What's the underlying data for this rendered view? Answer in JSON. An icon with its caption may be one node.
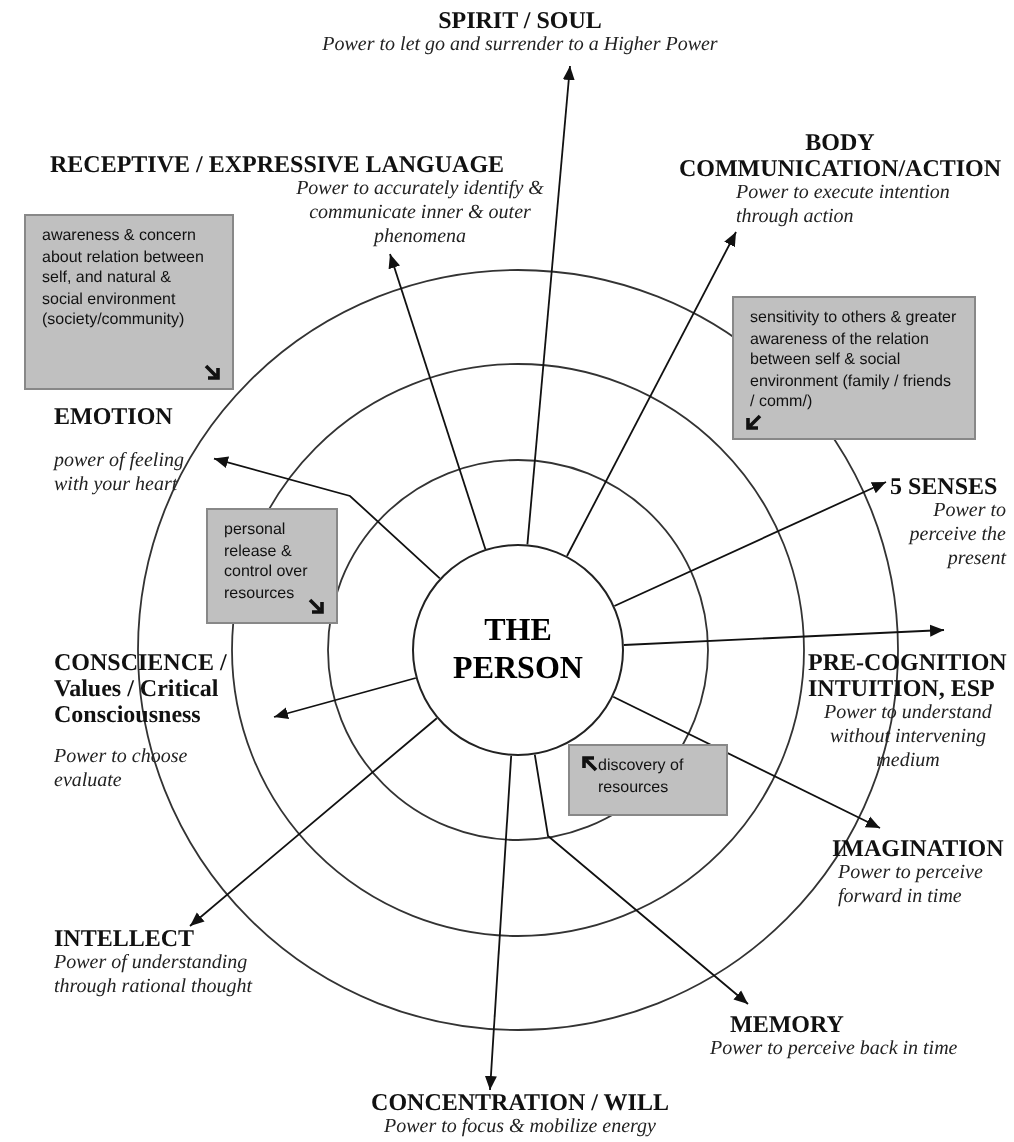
{
  "diagram": {
    "nodes": [
      {
        "text": [
          "SPIRIT / SOUL",
          "Power to let go and surrender to a Higher Power"
        ]
      },
      {
        "text": [
          "RECEPTIVE / EXPRESSIVE LANGUAGE",
          "Power to accurately identify & communicate inner & outer phenomena"
        ]
      },
      {
        "text": [
          "BODY COMMUNICATION/ACTION",
          "Power to execute intention through action"
        ]
      },
      {
        "text": [
          "awareness & concern about relation between self, and natural & social environment (society/community)"
        ]
      },
      {
        "text": [
          "sensitivity to others & greater awareness of the relation between self & social environment (family / friends / comm/)"
        ]
      },
      {
        "text": [
          "EMOTION",
          "power of feeling with your heart"
        ]
      },
      {
        "text": [
          "5 SENSES",
          "Power to perceive the present"
        ]
      },
      {
        "text": [
          "personal release & control over resources"
        ]
      },
      {
        "text": [
          "THE PERSON"
        ]
      },
      {
        "text": [
          "CONSCIENCE / Values / Critical Consciousness",
          "Power to choose evaluate"
        ]
      },
      {
        "text": [
          "PRE-COGNITION INTUITION, ESP",
          "Power to understand without intervening medium"
        ]
      },
      {
        "text": [
          "discovery of resources"
        ]
      },
      {
        "text": [
          "IMAGINATION",
          "Power to perceive forward in time"
        ]
      },
      {
        "text": [
          "INTELLECT",
          "Power of understanding through rational thought"
        ]
      },
      {
        "text": [
          "MEMORY",
          "Power to perceive back in time"
        ]
      },
      {
        "text": [
          "CONCENTRATION / WILL",
          "Power to focus & mobilize energy"
        ]
      }
    ],
    "edges": [
      {
        "from": 8,
        "to": 0,
        "arrow": "to"
      },
      {
        "from": 8,
        "to": 1,
        "arrow": "to"
      },
      {
        "from": 8,
        "to": 2,
        "arrow": "to"
      },
      {
        "from": 8,
        "to": 5,
        "arrow": "to"
      },
      {
        "from": 8,
        "to": 6,
        "arrow": "to"
      },
      {
        "from": 8,
        "to": 10,
        "arrow": "to"
      },
      {
        "from": 8,
        "to": 9,
        "arrow": "to"
      },
      {
        "from": 8,
        "to": 12,
        "arrow": "to"
      },
      {
        "from": 8,
        "to": 13,
        "arrow": "to"
      },
      {
        "from": 8,
        "to": 14,
        "arrow": "to"
      },
      {
        "from": 8,
        "to": 15,
        "arrow": "to"
      }
    ]
  }
}
